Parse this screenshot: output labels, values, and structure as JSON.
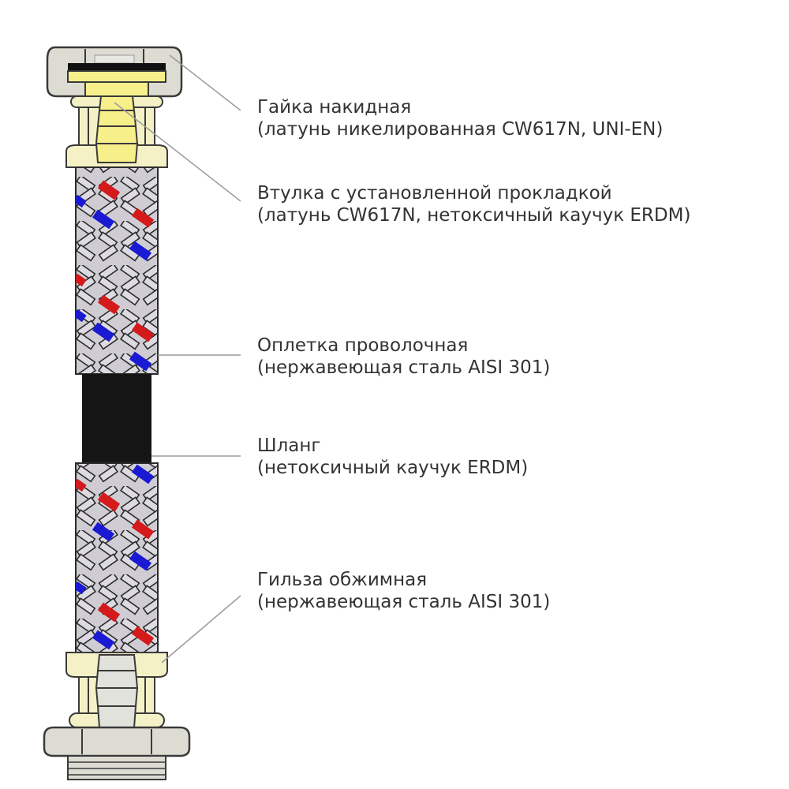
{
  "diagram": {
    "type": "flexible-hose-cross-section",
    "colors": {
      "fitting_body": "#f4f1c6",
      "fitting_yellow": "#f7ef8a",
      "nut_grey": "#d9d9d2",
      "braid_wire": "#d8d6dc",
      "braid_outline": "#2b2b2b",
      "braid_red": "#d41a1a",
      "braid_blue": "#1a1ad4",
      "hose_black": "#151515",
      "gasket_black": "#111111",
      "leader_line": "#9a9a9a",
      "text": "#333333"
    }
  },
  "labels": [
    {
      "id": "nut",
      "title": "Гайка накидная",
      "sub": "(латунь никелированная CW617N, UNI-EN)"
    },
    {
      "id": "sleeve",
      "title": "Втулка с установленной прокладкой",
      "sub": "(латунь CW617N, нетоксичный каучук ERDM)"
    },
    {
      "id": "braid",
      "title": "Оплетка проволочная",
      "sub": "(нержавеющая сталь AISI 301)"
    },
    {
      "id": "hose",
      "title": "Шланг",
      "sub": "(нетоксичный каучук ERDM)"
    },
    {
      "id": "ferrule",
      "title": "Гильза обжимная",
      "sub": "(нержавеющая сталь AISI 301)"
    }
  ]
}
